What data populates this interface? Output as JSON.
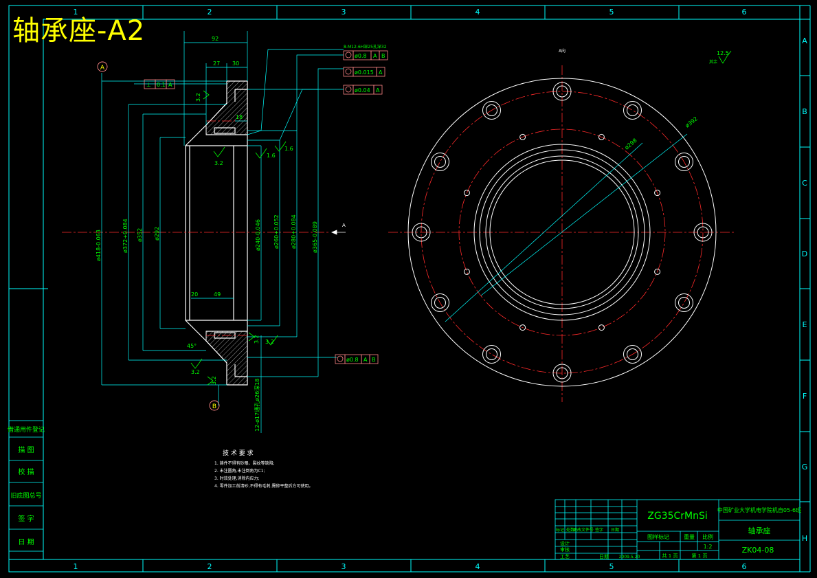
{
  "title": "轴承座-A2",
  "grid": {
    "columns": [
      "1",
      "2",
      "3",
      "4",
      "5",
      "6"
    ],
    "rows": [
      "A",
      "B",
      "C",
      "D",
      "E",
      "F",
      "G",
      "H"
    ]
  },
  "datums": {
    "a": "A",
    "b": "B"
  },
  "tolerances": {
    "t1": "0.1",
    "t1_ref": "A",
    "t2": "ø0.8",
    "t2_ref1": "A",
    "t2_ref2": "B",
    "t3": "ø0.015",
    "t3_ref": "A",
    "t4": "ø0.04",
    "t4_ref": "A",
    "t5": "ø0.8",
    "t5_ref1": "A",
    "t5_ref2": "B",
    "thread_note": "8-M12-6H深25孔深32"
  },
  "dimensions": {
    "d92": "92",
    "d27": "27",
    "d30": "30",
    "d18": "18",
    "d20": "20",
    "d49": "49",
    "angle45": "45°",
    "dia418": "ø418-0.063",
    "dia372": "ø372+0.084",
    "dia352": "ø352",
    "dia292": "ø292",
    "dia240": "ø240-0.046",
    "dia260": "ø260+0.052",
    "dia280": "ø280+0.084",
    "dia365": "ø365-0.089",
    "holes": "12-ø17通孔ø26深18",
    "front_dia392": "ø392",
    "front_dia298": "ø298"
  },
  "roughness": {
    "r1": "3.2",
    "r2": "1.6",
    "r3": "1.6",
    "r4": "3.2",
    "r5": "3.2",
    "r6": "3.2",
    "r7": "3.2",
    "r8": "3.2",
    "r9": "3.2",
    "general": "12.5",
    "general_label": "其余"
  },
  "view_labels": {
    "a_mark": "A",
    "a_top": "A向"
  },
  "notes": {
    "heading": "技 术 要 求",
    "items": [
      "1. 铸件不得有砂眼、裂纹等缺陷;",
      "2. 未注圆角,未注倒角为C1;",
      "3. 时效处理,消除内应力;",
      "4. 零件加工前清砂,不得有毛刺,需修平整后方可使用。"
    ]
  },
  "left_strip": {
    "items": [
      "借通用件登记",
      "描 图",
      "校 描",
      "旧底图总号",
      "签 字",
      "日 期"
    ]
  },
  "title_block": {
    "material": "ZG35CrMnSi",
    "school": "中国矿业大学机电学院机自05-6班",
    "part_name": "轴承座",
    "drawing_no": "ZK04-08",
    "scale": "1:2",
    "header_labels": [
      "图样标记",
      "重量",
      "比例"
    ],
    "sheet_text1": "共 1 页",
    "sheet_text2": "第 1 页",
    "date": "2009.5.20",
    "role_design": "设计",
    "role_check": "审核",
    "role_process": "工艺",
    "role_date": "日期",
    "small_labels": [
      "标记",
      "处数",
      "更改文件号",
      "签字",
      "日期"
    ]
  },
  "colors": {
    "frame": "#00ffff",
    "outline": "#ffffff",
    "dimension": "#00ffff",
    "center": "#ff2a2a",
    "text_green": "#00ff00",
    "title_yellow": "#ffff00"
  }
}
